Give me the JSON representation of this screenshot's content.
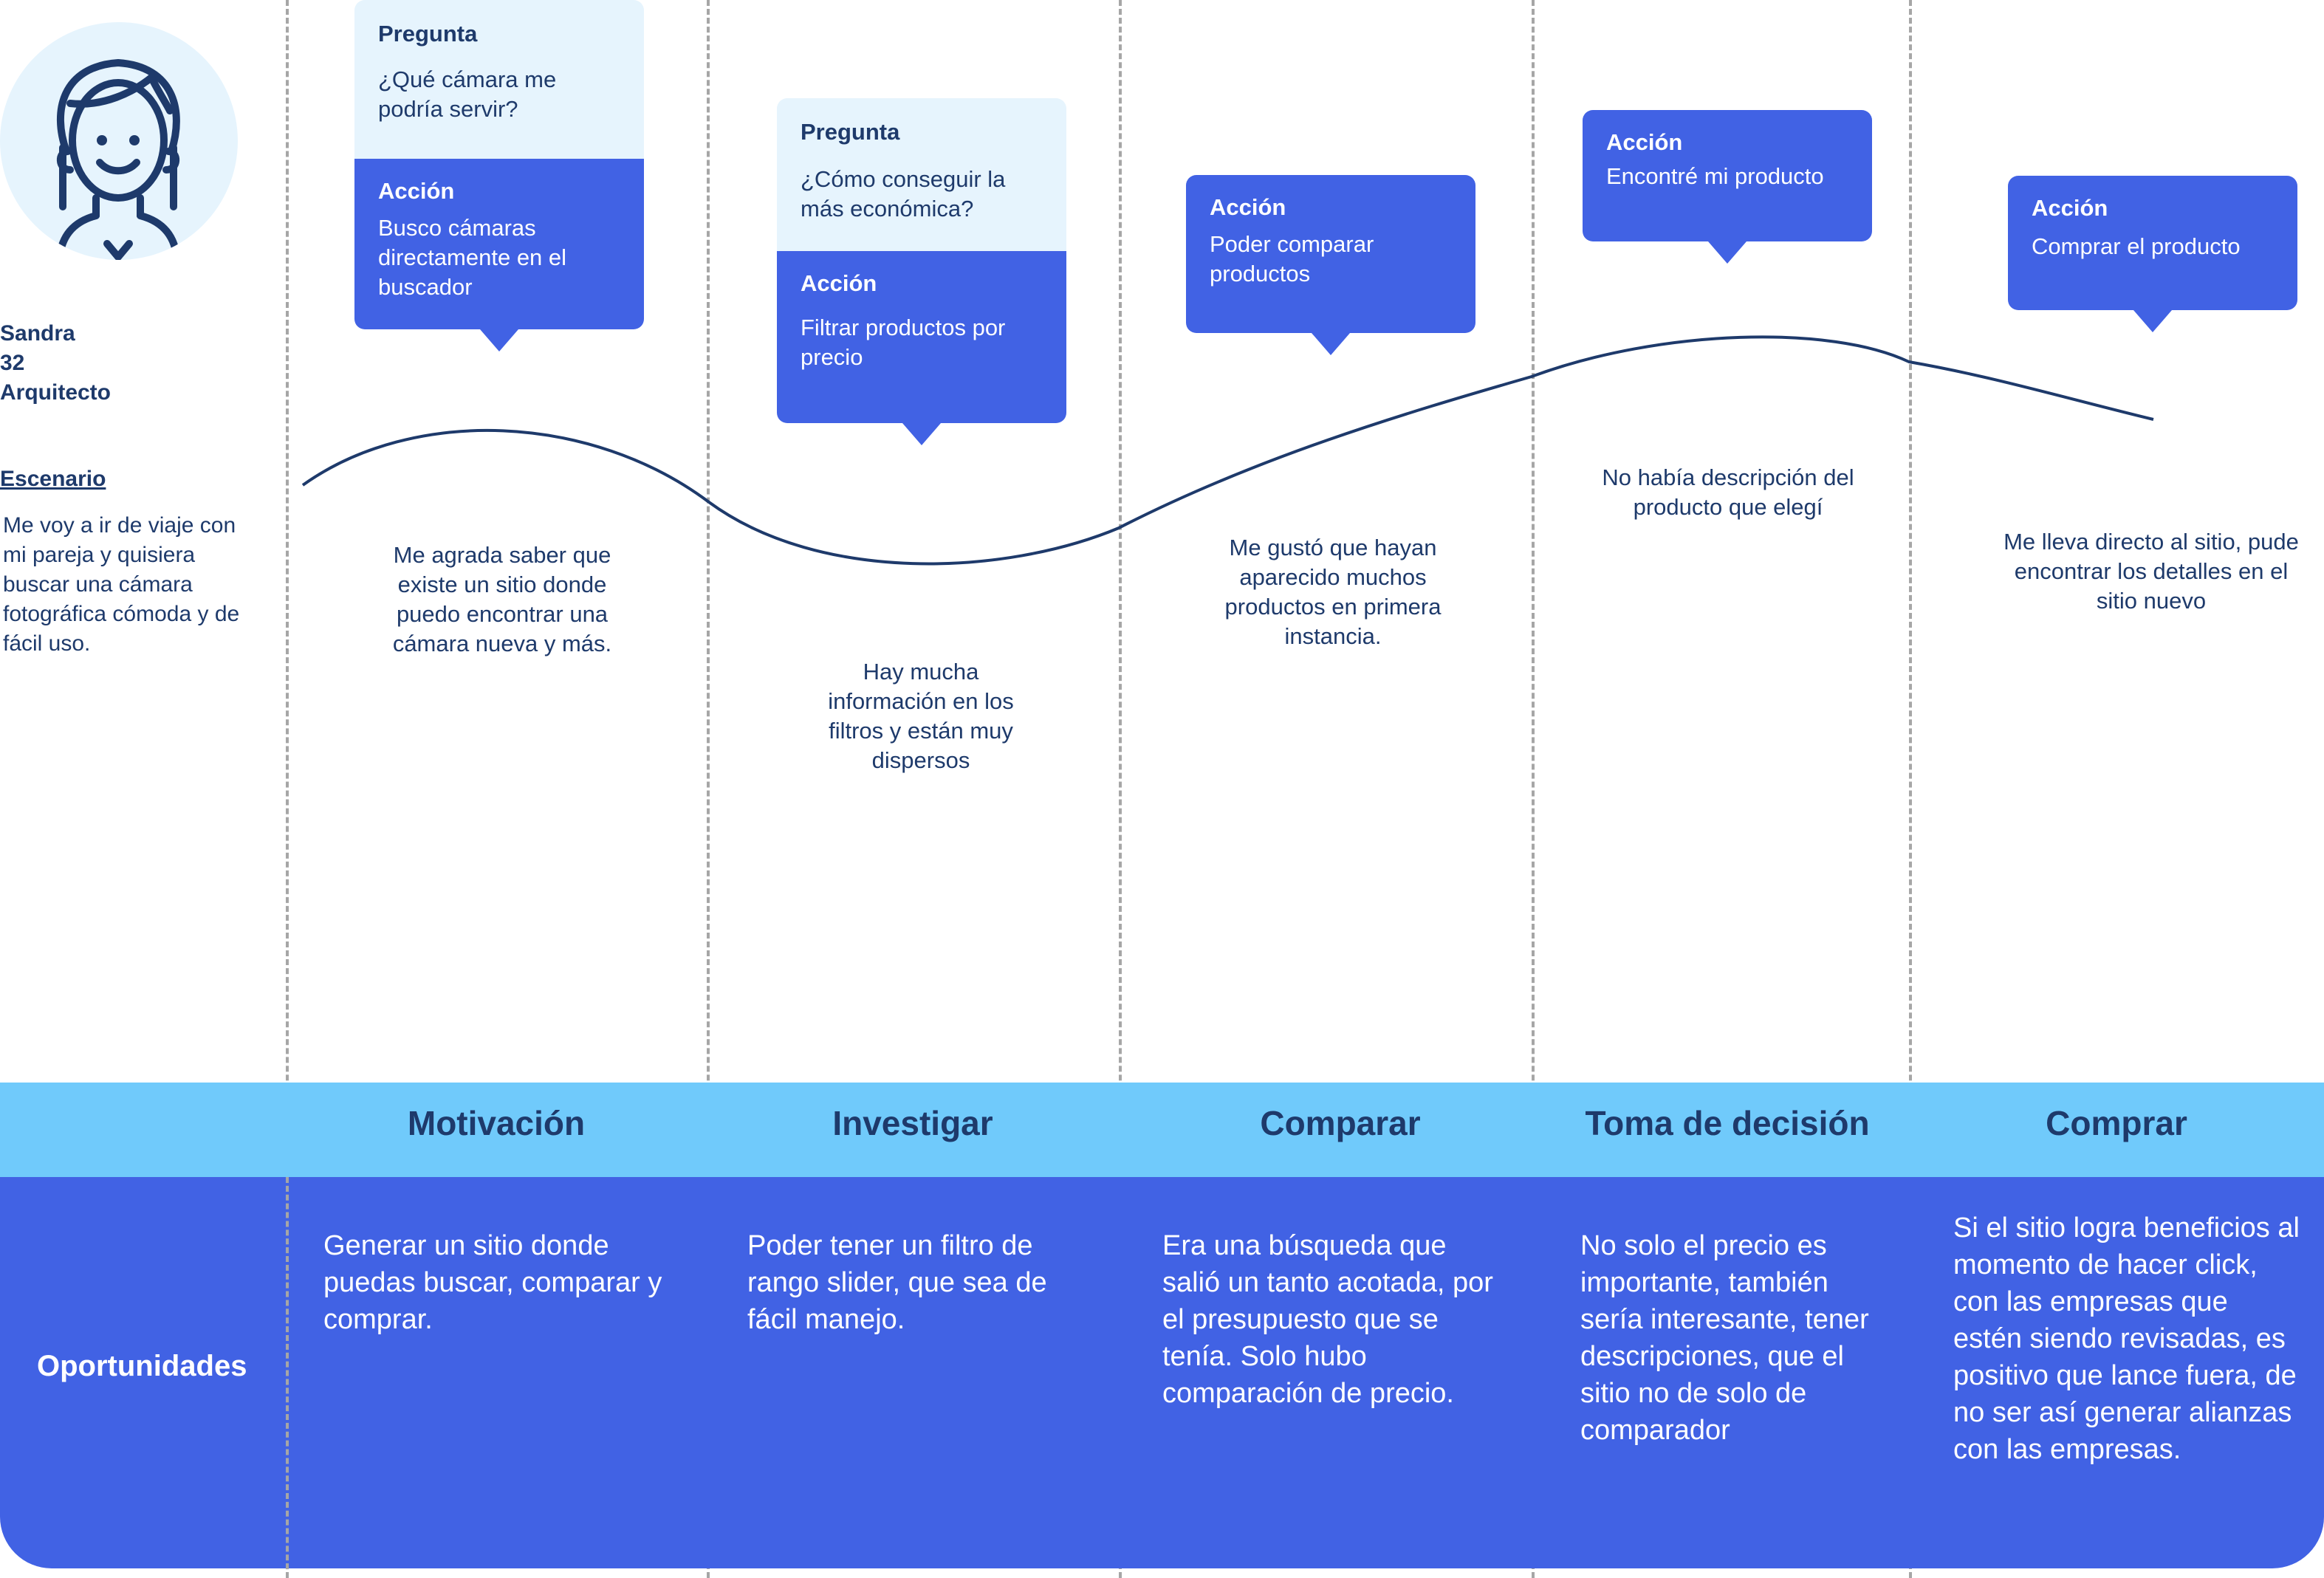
{
  "persona": {
    "name": "Sandra",
    "age": "32",
    "occupation": "Arquitecto",
    "scenario_title": "Escenario",
    "scenario_text": "Me voy a ir de viaje con mi pareja y quisiera buscar una cámara fotográfica cómoda y de fácil uso."
  },
  "cards": [
    {
      "question_title": "Pregunta",
      "question": "¿Qué cámara me podría servir?",
      "action_title": "Acción",
      "action": "Busco cámaras directamente en el buscador"
    },
    {
      "question_title": "Pregunta",
      "question": "¿Cómo conseguir la más económica?",
      "action_title": "Acción",
      "action": "Filtrar productos por precio"
    },
    {
      "action_title": "Acción",
      "action": "Poder comparar productos"
    },
    {
      "action_title": "Acción",
      "action": "Encontré mi producto"
    },
    {
      "action_title": "Acción",
      "action": "Comprar el producto"
    }
  ],
  "feelings": [
    "Me agrada saber que existe un sitio donde puedo encontrar una cámara nueva y más.",
    "Hay mucha información en los filtros y están muy dispersos",
    "Me gustó que hayan aparecido muchos productos en primera instancia.",
    "No había descripción del producto que elegí",
    "Me lleva directo al sitio, pude encontrar los detalles en el sitio nuevo"
  ],
  "stages": [
    "Motivación",
    "Investigar",
    "Comparar",
    "Toma de decisión",
    "Comprar"
  ],
  "opportunities": {
    "label": "Oportunidades",
    "items": [
      "Generar un sitio donde puedas buscar, comparar y comprar.",
      "Poder tener un filtro de rango slider, que sea de fácil manejo.",
      "Era una búsqueda que salió un tanto acotada, por el presupuesto que se tenía. Solo hubo comparación de precio.",
      "No solo el precio es importante, también sería interesante, tener descripciones, que el sitio no de solo de comparador",
      "Si el sitio logra beneficios al momento de hacer click, con las empresas que estén siendo revisadas, es positivo que lance fuera, de no ser así generar alianzas con las empresas."
    ]
  },
  "colors": {
    "primary_blue": "#4162e4",
    "light_blue_band": "#70cafb",
    "pale_blue": "#e6f4fd",
    "navy_text": "#1e3a6b",
    "divider_gray": "#a6a6a6"
  }
}
